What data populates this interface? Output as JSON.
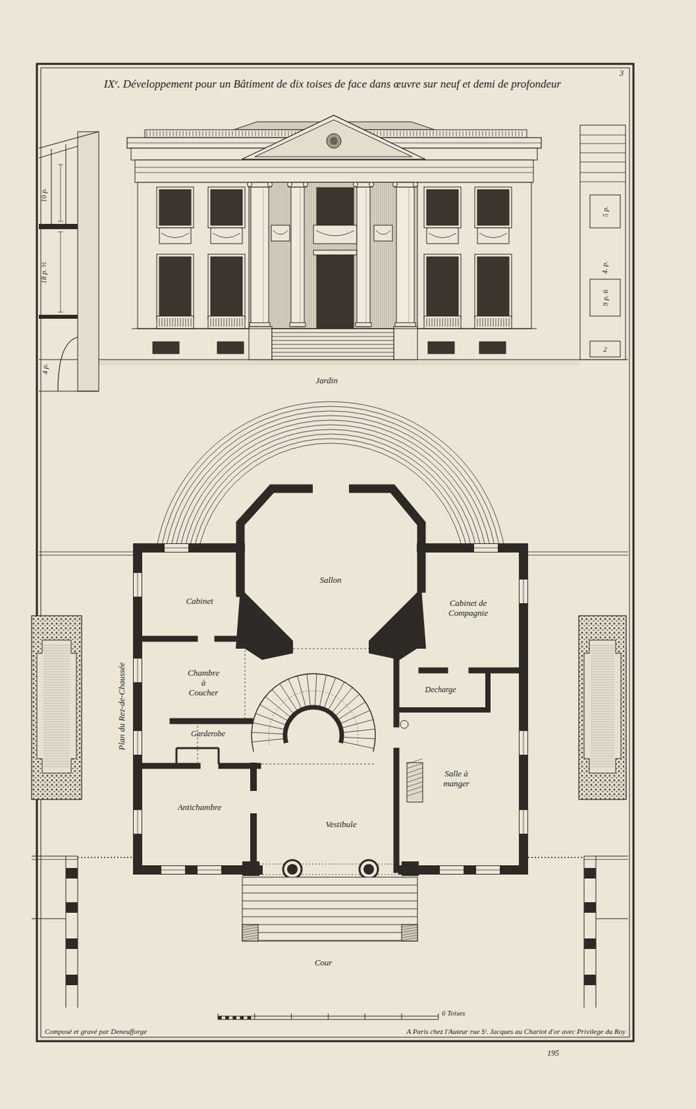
{
  "diagram": {
    "title": "IXᵉ. Développement pour un Bâtiment de dix toises de face dans œuvre sur neuf et demi de profondeur",
    "labels": [
      "3",
      "10 p.",
      "18 p. ½",
      "4 p.",
      "5 p.",
      "4. p.",
      "9 p. 6",
      "2",
      "Jardin",
      "Sallon",
      "Cabinet",
      "Cabinet de Compagnie",
      "Chambre à Coucher",
      "Decharge",
      "Garderobe",
      "Salle à manger",
      "Antichambre",
      "Vestibule",
      "Plan du Rez-de-Chaussée",
      "Cour",
      "6 Toises",
      "Composé et gravé par Deneufforge",
      "A Paris chez l'Auteur rue Sᵗ. Jacques au Chariot d'or avec Privilege du Roy",
      "195"
    ]
  }
}
